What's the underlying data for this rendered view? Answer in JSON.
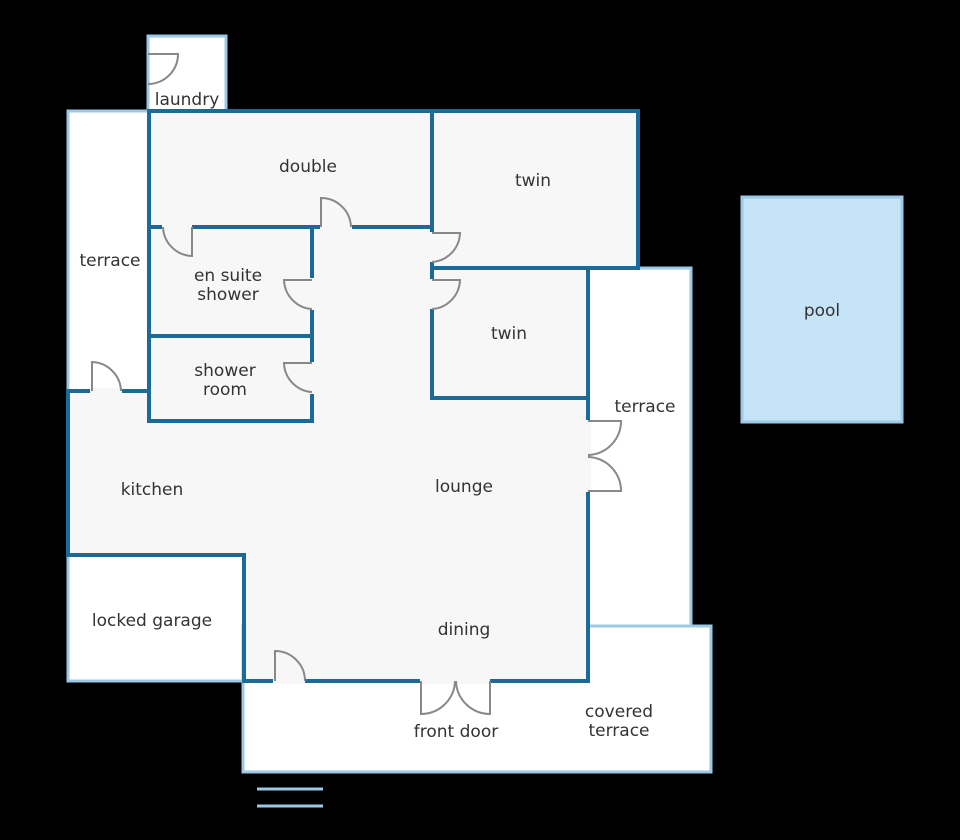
{
  "plan": {
    "rooms": {
      "laundry": "laundry",
      "terrace_left": "terrace",
      "double": "double",
      "twin_top": "twin",
      "en_suite_line1": "en suite",
      "en_suite_line2": "shower",
      "twin_mid": "twin",
      "shower_room_line1": "shower",
      "shower_room_line2": "room",
      "terrace_right": "terrace",
      "kitchen": "kitchen",
      "lounge": "lounge",
      "locked_garage": "locked garage",
      "dining": "dining",
      "front_door": "front door",
      "covered_terrace_line1": "covered",
      "covered_terrace_line2": "terrace",
      "pool": "pool"
    }
  },
  "colors": {
    "background": "#000000",
    "interior_fill": "#f7f7f7",
    "outdoor_fill": "#ffffff",
    "wall": "#1c6a98",
    "outdoor_outline": "#9cc9e6",
    "pool_fill": "#c5e4f7",
    "door": "#888888",
    "text": "#333333"
  }
}
